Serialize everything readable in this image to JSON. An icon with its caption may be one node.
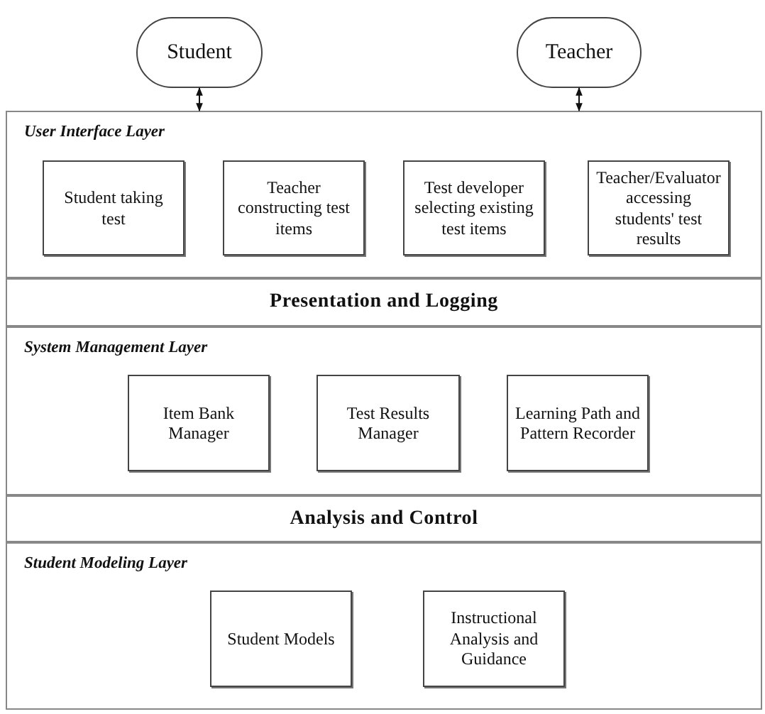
{
  "diagram": {
    "nodes": [
      {
        "text": [
          "Student"
        ]
      },
      {
        "text": [
          "Teacher"
        ]
      },
      {
        "text": [
          "User Interface Layer"
        ]
      },
      {
        "text": [
          "Student taking test"
        ],
        "in": 2
      },
      {
        "text": [
          "Teacher constructing test items"
        ],
        "in": 2
      },
      {
        "text": [
          "Test developer selecting existing test items"
        ],
        "in": 2
      },
      {
        "text": [
          "Teacher/Evaluator accessing students' test results"
        ],
        "in": 2
      },
      {
        "text": [
          "Presentation and Logging"
        ]
      },
      {
        "text": [
          "System Management Layer"
        ]
      },
      {
        "text": [
          "Item Bank Manager"
        ],
        "in": 8
      },
      {
        "text": [
          "Test Results Manager"
        ],
        "in": 8
      },
      {
        "text": [
          "Learning Path and Pattern Recorder"
        ],
        "in": 8
      },
      {
        "text": [
          "Analysis and Control"
        ]
      },
      {
        "text": [
          "Student Modeling Layer"
        ]
      },
      {
        "text": [
          "Student Models"
        ],
        "in": 13
      },
      {
        "text": [
          "Instructional Analysis and Guidance"
        ],
        "in": 13
      }
    ],
    "edges": [
      {
        "from": 0,
        "to": 2,
        "arrow": "both"
      },
      {
        "from": 1,
        "to": 2,
        "arrow": "both"
      }
    ]
  }
}
